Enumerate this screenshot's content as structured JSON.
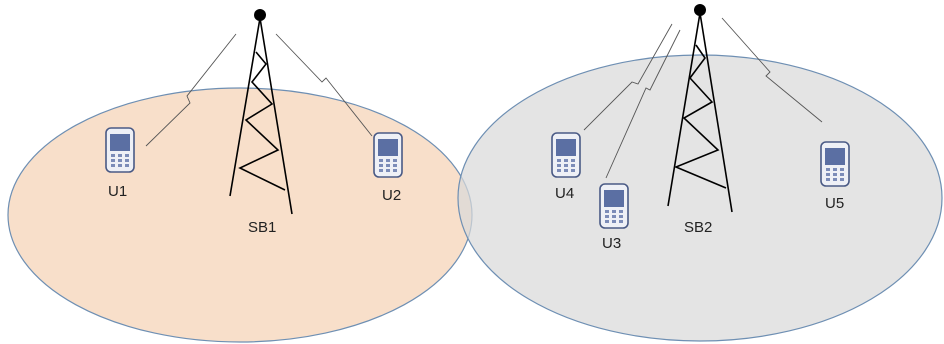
{
  "cells": [
    {
      "name": "SB1",
      "fill": "#f8dfca",
      "users": [
        "U1",
        "U2"
      ]
    },
    {
      "name": "SB2",
      "fill": "#dcdcdc",
      "users": [
        "U4",
        "U3",
        "U5"
      ]
    }
  ],
  "labels": {
    "sb1": "SB1",
    "sb2": "SB2",
    "u1": "U1",
    "u2": "U2",
    "u3": "U3",
    "u4": "U4",
    "u5": "U5"
  },
  "colors": {
    "cell_border": "#6e8fb3",
    "phone_screen": "#5b6fa3",
    "phone_body": "#eef0f6",
    "phone_outline": "#4a5a85",
    "tower": "#000000"
  }
}
